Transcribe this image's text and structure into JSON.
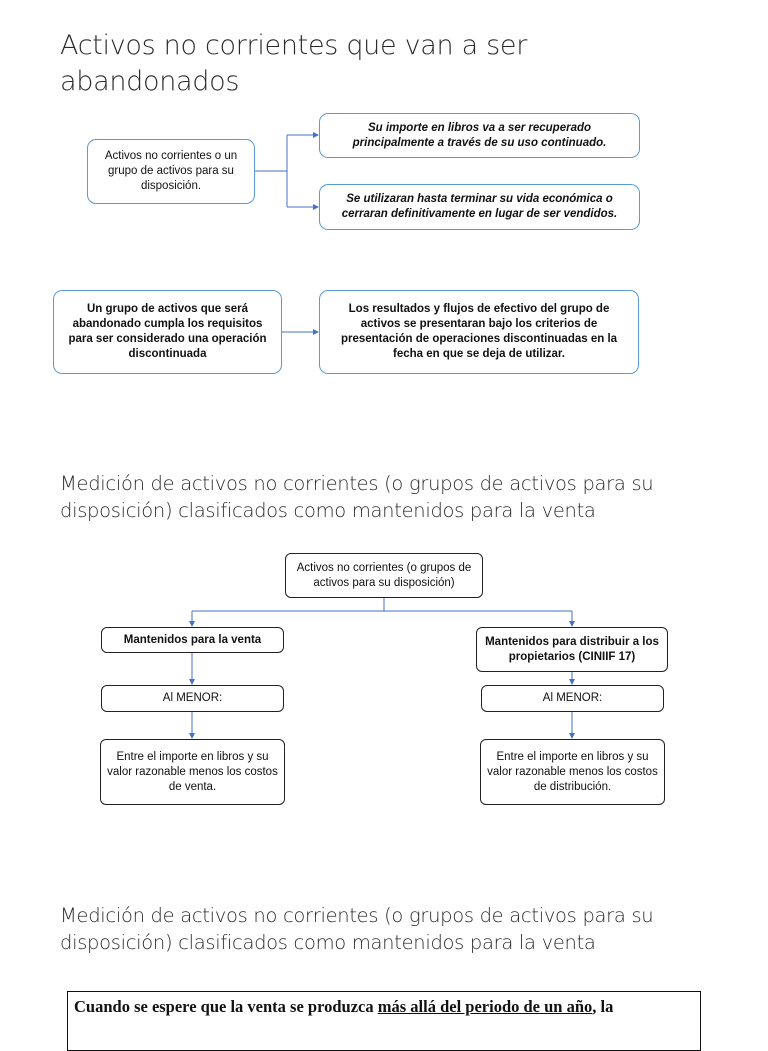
{
  "section1": {
    "title": "Activos no corrientes que van a ser abandonados",
    "source_box": "Activos no corrientes o un grupo de activos para su disposición.",
    "target_box_1": "Su importe en libros va a ser recuperado principalmente a través de su uso continuado.",
    "target_box_2": "Se utilizaran hasta terminar su vida económica o cerraran definitivamente en lugar de ser vendidos.",
    "left_box": "Un grupo de activos que será abandonado cumpla los requisitos para ser considerado una operación discontinuada",
    "right_box": "Los resultados y flujos de efectivo del grupo de activos se presentaran bajo los criterios de presentación de operaciones discontinuadas en la fecha en que se deja de utilizar."
  },
  "section2": {
    "title": "Medición de activos no corrientes (o grupos de  activos para su disposición) clasificados como mantenidos para la venta",
    "root_box": "Activos no corrientes (o grupos de activos para su disposición)",
    "left_branch": {
      "label": "Mantenidos para la venta",
      "rule": "Al MENOR:",
      "detail": "Entre el importe en libros y su valor razonable menos los costos de venta."
    },
    "right_branch": {
      "label": "Mantenidos para distribuir a los propietarios (CINIIF 17)",
      "rule": "Al MENOR:",
      "detail": "Entre el importe en libros y su valor razonable menos los costos de distribución."
    }
  },
  "section3": {
    "title": "Medición de activos no corrientes (o grupos de  activos para su disposición) clasificados como mantenidos para la venta",
    "note_prefix": "Cuando se espere que la venta se produzca ",
    "note_underlined": "más allá del periodo de un año",
    "note_suffix": ", la"
  },
  "colors": {
    "connector": "#4472c4",
    "box_border": "#5b9bd5"
  }
}
